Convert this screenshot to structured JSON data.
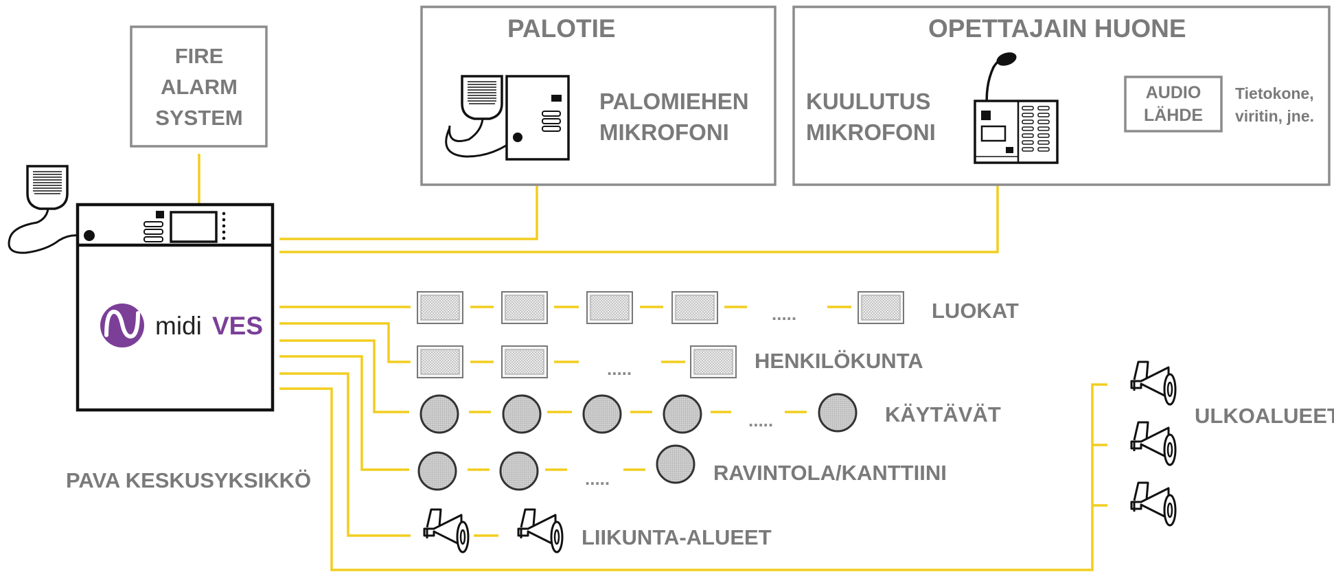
{
  "rooms": {
    "palotie": "PALOTIE",
    "opettajain_huone": "OPETTAJAIN HUONE"
  },
  "devices": {
    "fire_alarm_line1": "FIRE",
    "fire_alarm_line2": "ALARM",
    "fire_alarm_line3": "SYSTEM",
    "palomiehen_line1": "PALOMIEHEN",
    "palomiehen_line2": "MIKROFONI",
    "kuulutus_line1": "KUULUTUS",
    "kuulutus_line2": "MIKROFONI",
    "audio_line1": "AUDIO",
    "audio_line2": "LÄHDE",
    "audio_note_line1": "Tietokone,",
    "audio_note_line2": "viritin, jne.",
    "central_unit": "PAVA KESKUSYKSIKKÖ"
  },
  "brand": {
    "prefix": "midi",
    "suffix": "VES",
    "color": "#7b3f98"
  },
  "zones": {
    "luokat": "LUOKAT",
    "henkilokunta": "HENKILÖKUNTA",
    "kaytavat": "KÄYTÄVÄT",
    "ravintola": "RAVINTOLA/KANTTIINI",
    "liikunta": "LIIKUNTA-ALUEET",
    "ulkoalueet": "ULKOALUEET"
  },
  "ellipsis": ".....",
  "colors": {
    "wire": "#f2cd1e",
    "label": "#7a7a7a",
    "box_border": "#8c8c8c"
  }
}
